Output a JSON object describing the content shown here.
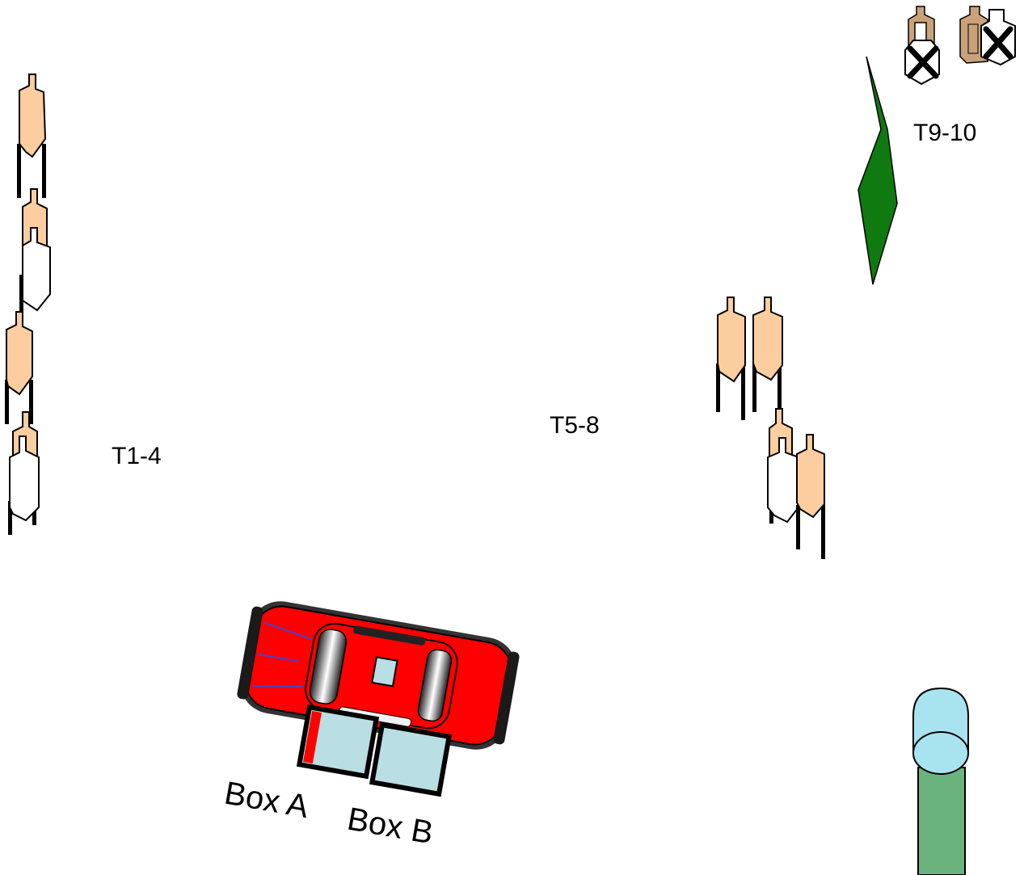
{
  "labels": {
    "t1_4": "T1-4",
    "t5_8": "T5-8",
    "t9_10": "T9-10",
    "box_a": "Box A",
    "box_b": "Box B"
  },
  "colors": {
    "target_tan": "#FCCD9E",
    "no_shoot_white": "#FFFFFF",
    "steel_brown": "#C9A27A",
    "wall_green": "#0F7A0F",
    "car_red": "#FF0000",
    "box_fill": "#B9DEE3",
    "barrel_blue": "#A8E4F0",
    "barrel_green": "#6BB37E"
  }
}
